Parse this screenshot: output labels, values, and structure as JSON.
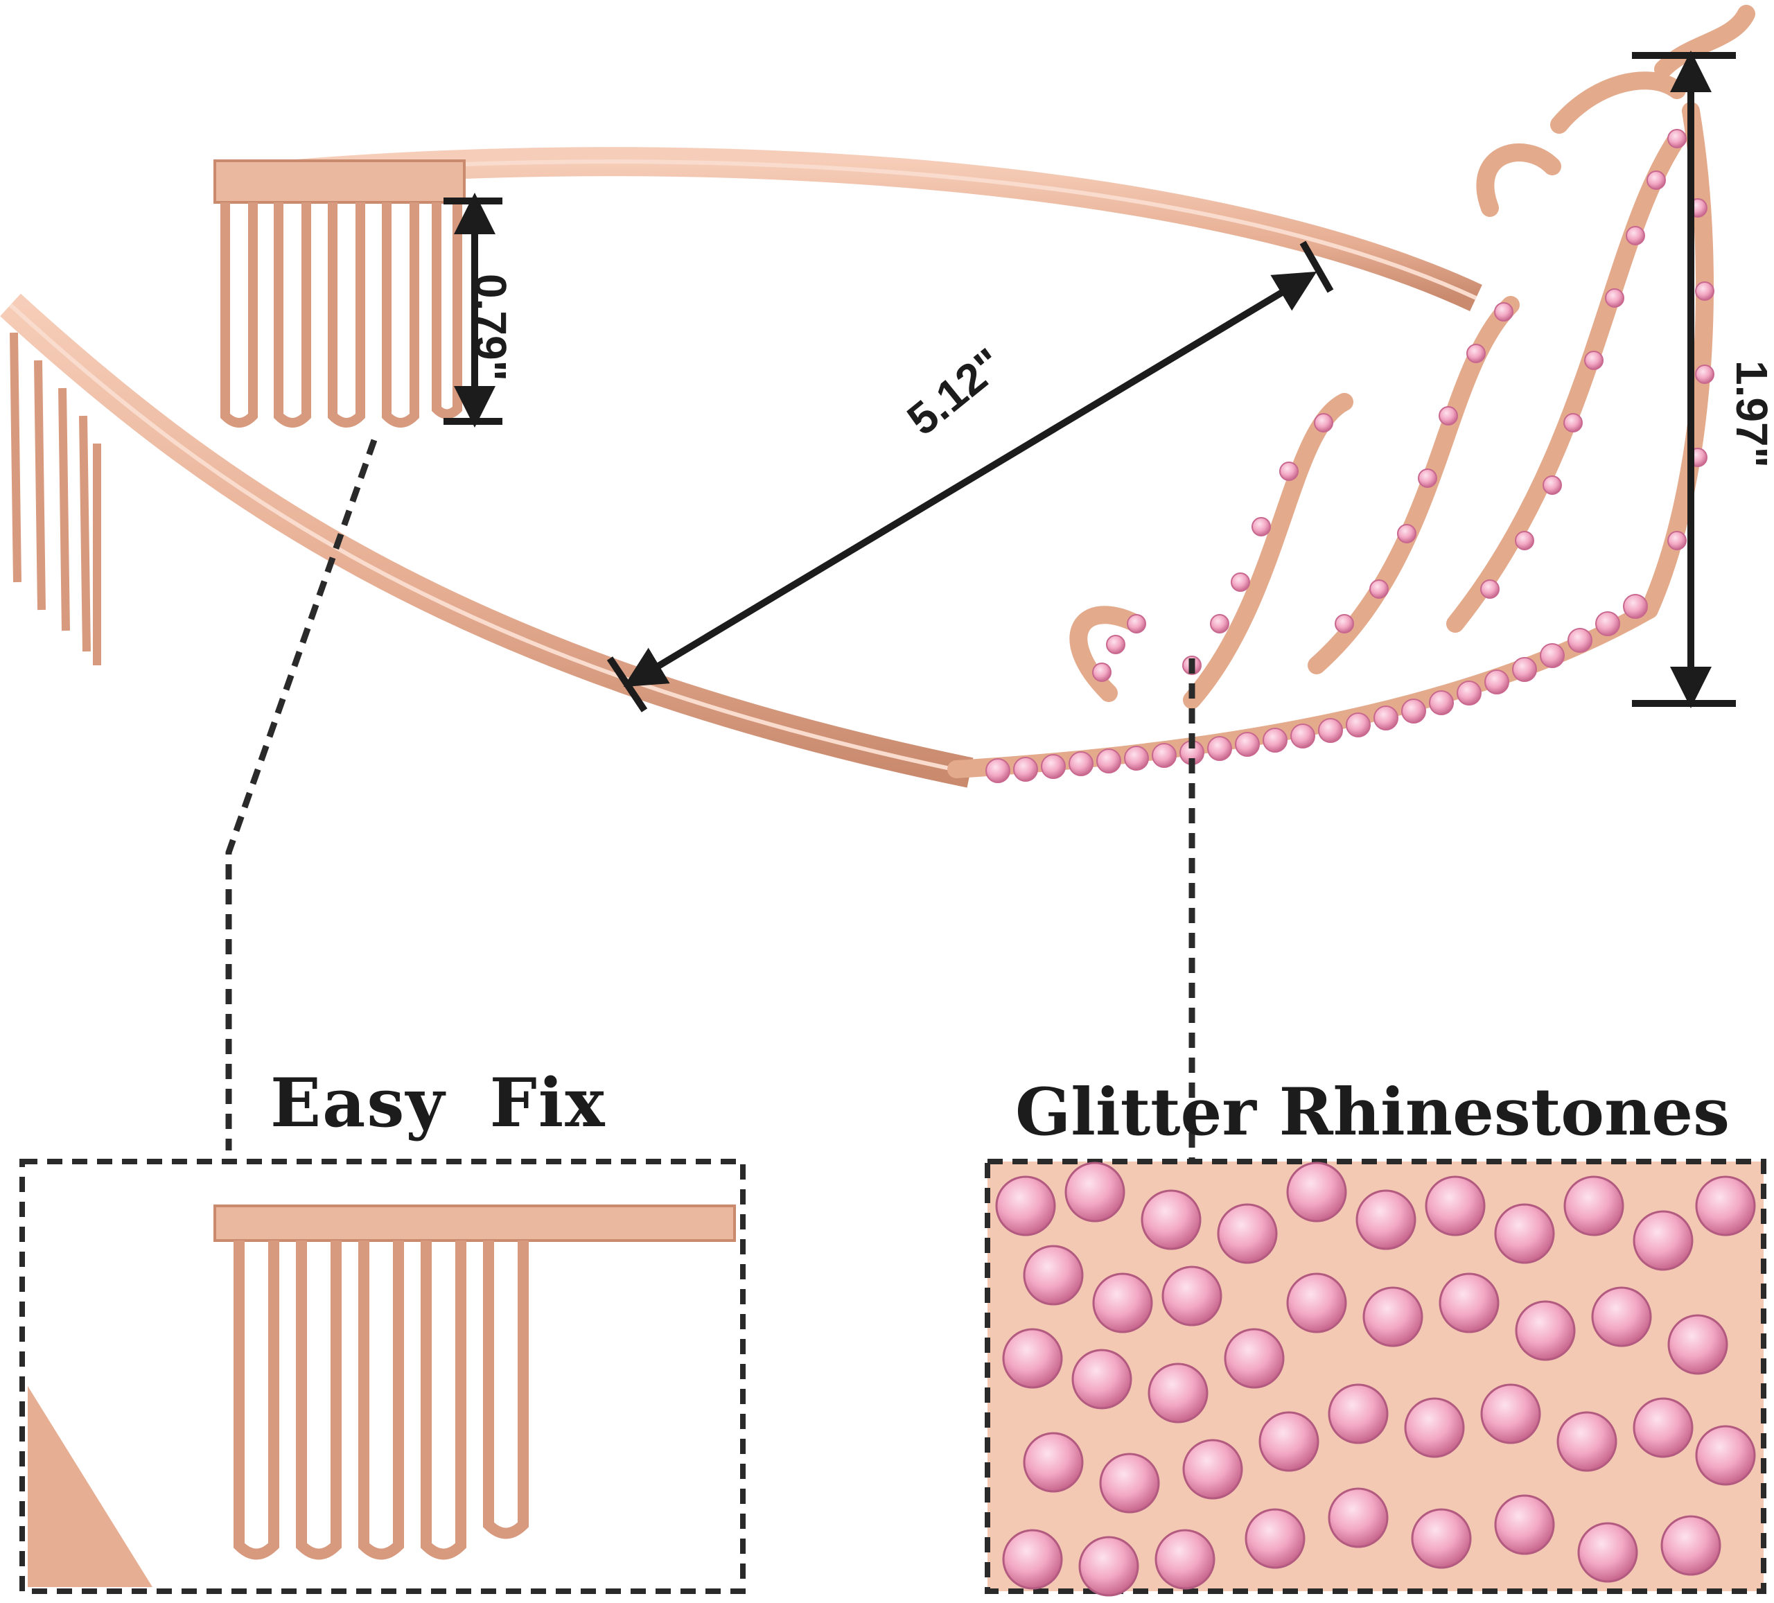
{
  "dimensions": {
    "width_label": "5.12\"",
    "comb_height_label": "0.79\"",
    "crown_height_label": "1.97\""
  },
  "callouts": {
    "easy_fix": "Easy Fix",
    "glitter_rhinestones": "Glitter Rhinestones"
  },
  "colors": {
    "rose_gold": "#e9b49a",
    "rose_gold_dark": "#c98a6e",
    "rhinestone_pink": "#f3a9c4",
    "rhinestone_pink_dark": "#d9779c",
    "ink": "#1c1c1c"
  }
}
